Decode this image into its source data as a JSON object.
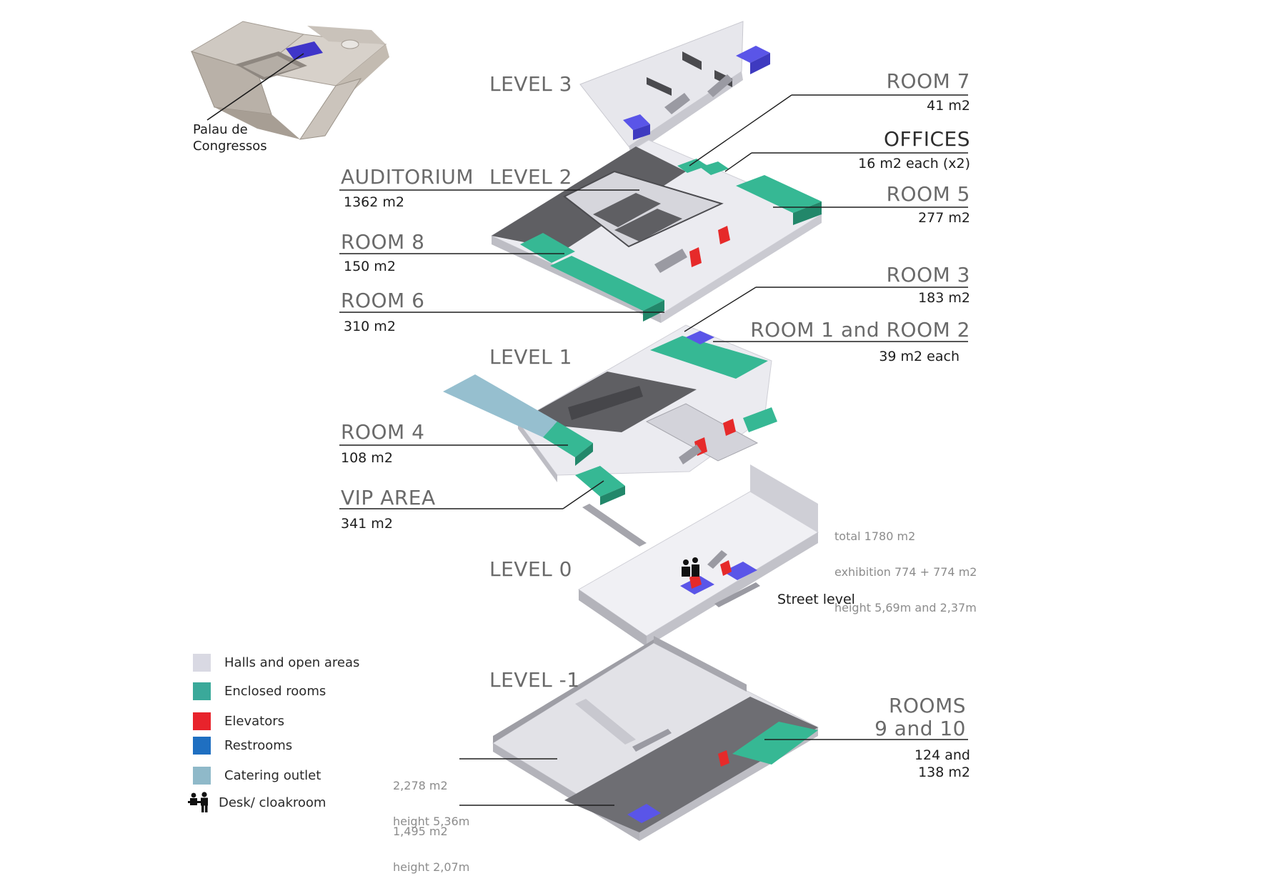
{
  "locator": {
    "label_line1": "Palau de",
    "label_line2": "Congressos"
  },
  "levels": {
    "level3": "LEVEL 3",
    "level2": "LEVEL 2",
    "level1": "LEVEL 1",
    "level0": "LEVEL 0",
    "level_minus1": "LEVEL -1"
  },
  "spaces": {
    "room7": {
      "name": "ROOM 7",
      "area": "41 m2"
    },
    "offices": {
      "name": "OFFICES",
      "area": "16 m2 each (x2)"
    },
    "auditorium": {
      "name": "AUDITORIUM",
      "area": "1362 m2"
    },
    "room5": {
      "name": "ROOM 5",
      "area": "277 m2"
    },
    "room8": {
      "name": "ROOM 8",
      "area": "150 m2"
    },
    "room3": {
      "name": "ROOM 3",
      "area": "183 m2"
    },
    "room6": {
      "name": "ROOM 6",
      "area": "310 m2"
    },
    "room1_2": {
      "name": "ROOM 1 and ROOM 2",
      "area": "39 m2 each"
    },
    "room4": {
      "name": "ROOM 4",
      "area": "108 m2"
    },
    "vip": {
      "name": "VIP AREA",
      "area": "341 m2"
    },
    "rooms9_10": {
      "name_line1": "ROOMS",
      "name_line2": "9 and 10",
      "area_line1": "124 and",
      "area_line2": "138 m2"
    }
  },
  "level0_notes": {
    "total": "total 1780 m2",
    "exhibition": "exhibition 774 + 774 m2",
    "height": "height 5,69m and 2,37m",
    "street": "Street level"
  },
  "level_minus1_notes": {
    "upper_area": "2,278 m2",
    "upper_height": "height 5,36m",
    "lower_area": "1,495 m2",
    "lower_height": "height 2,07m"
  },
  "legend": [
    {
      "label": "Halls and open areas",
      "color": "#d9d9e3"
    },
    {
      "label": "Enclosed rooms",
      "color": "#3aa99a"
    },
    {
      "label": "Elevators",
      "color": "#e8232c"
    },
    {
      "label": "Restrooms",
      "color": "#1f6fc1"
    },
    {
      "label": "Catering outlet",
      "color": "#8fb9c9"
    },
    {
      "label": "Desk/ cloakroom",
      "icon": "desk-cloakroom-icon"
    }
  ],
  "colors": {
    "hall": "#e4e4ea",
    "hall_edge": "#b7b7bf",
    "dark": "#5f5f63",
    "room": "#36b894",
    "room_side": "#22876a",
    "elevator": "#e62a2a",
    "restroom": "#5a55e8",
    "catering": "#96bfcf",
    "text_title": "#6a6a6a",
    "text_dark": "#1d1d1d",
    "note_grey": "#8c8c8c",
    "line": "#1f1f1f"
  }
}
